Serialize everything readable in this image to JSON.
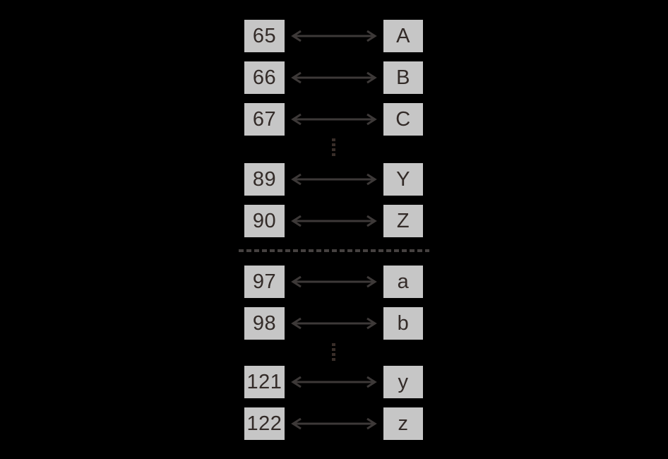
{
  "figure": {
    "description": "ASCII code to character mapping diagram",
    "colors": {
      "background": "#000000",
      "box_fill": "#c6c6c6",
      "box_text": "#332b28",
      "arrow": "#3d3938",
      "separator": "#454140",
      "ellipsis_dot": "#392e29"
    },
    "sections": [
      {
        "name": "uppercase-letters",
        "rows": [
          {
            "code": "65",
            "char": "A"
          },
          {
            "code": "66",
            "char": "B"
          },
          {
            "code": "67",
            "char": "C"
          },
          {
            "code": "89",
            "char": "Y"
          },
          {
            "code": "90",
            "char": "Z"
          }
        ]
      },
      {
        "name": "lowercase-letters",
        "rows": [
          {
            "code": "97",
            "char": "a"
          },
          {
            "code": "98",
            "char": "b"
          },
          {
            "code": "121",
            "char": "y"
          },
          {
            "code": "122",
            "char": "z"
          }
        ]
      }
    ]
  }
}
